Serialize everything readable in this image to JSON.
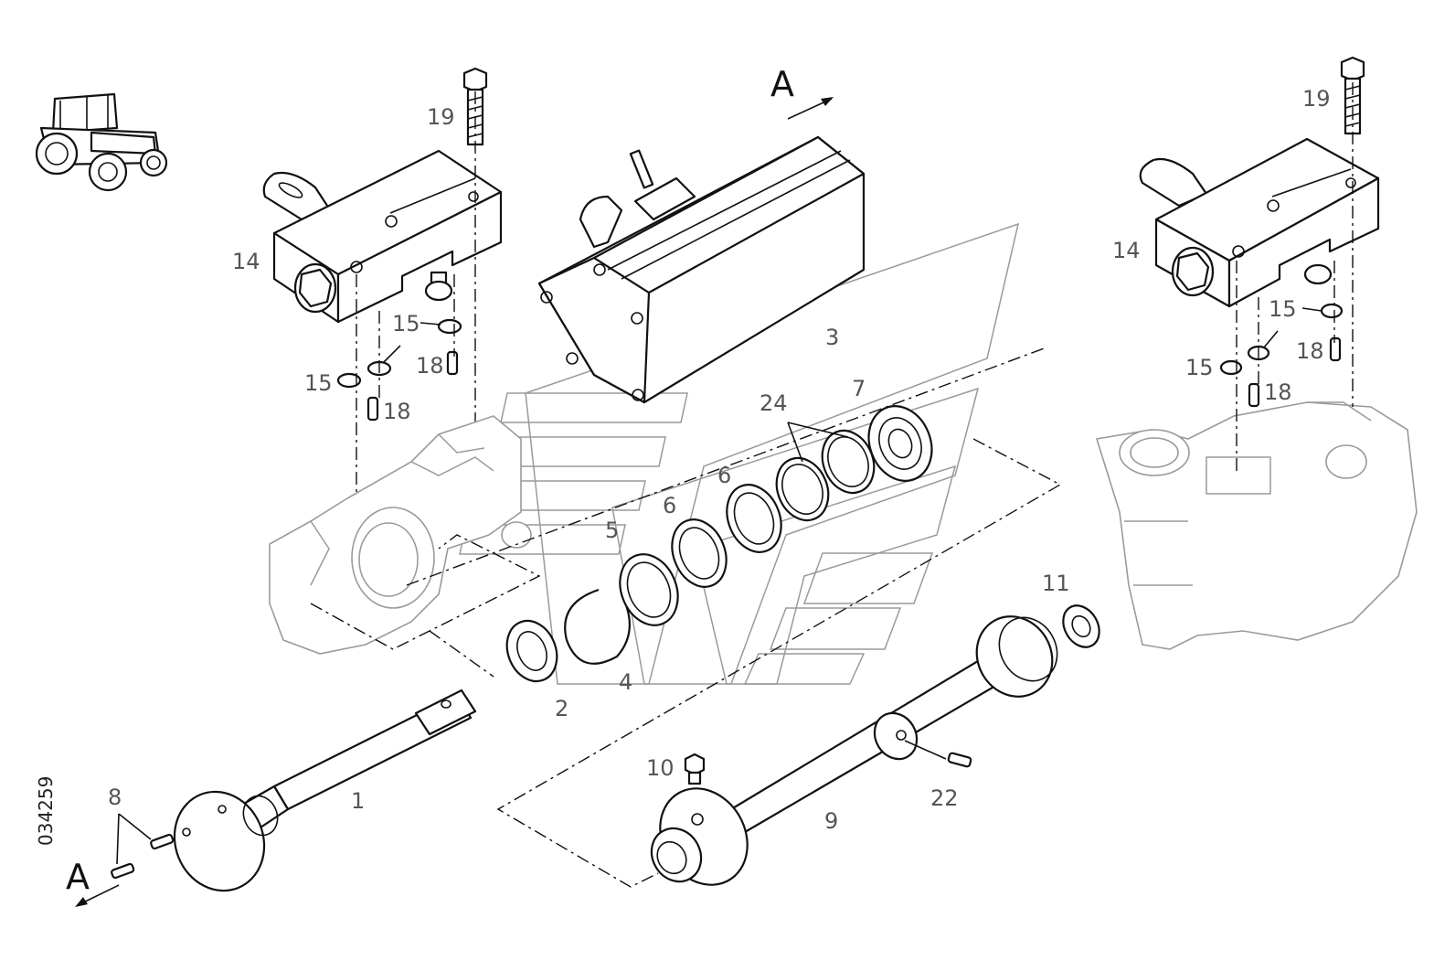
{
  "diagram": {
    "figure_code": "034259",
    "view_marker": "A",
    "callouts": {
      "c1": "1",
      "c2": "2",
      "c3": "3",
      "c4": "4",
      "c5": "5",
      "c6a": "6",
      "c6b": "6",
      "c7": "7",
      "c8": "8",
      "c9": "9",
      "c10": "10",
      "c11": "11",
      "c14l": "14",
      "c14r": "14",
      "c15a": "15",
      "c15b": "15",
      "c15c": "15",
      "c15d": "15",
      "c18a": "18",
      "c18b": "18",
      "c18c": "18",
      "c18d": "18",
      "c19l": "19",
      "c19r": "19",
      "c22": "22",
      "c24": "24"
    }
  }
}
